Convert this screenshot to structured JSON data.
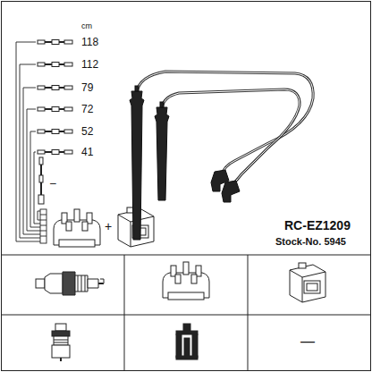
{
  "diagram": {
    "labels": [
      "cm",
      "118",
      "112",
      "79",
      "72",
      "52",
      "41",
      "–",
      "+",
      "RC-EZ1209",
      "Stock-No. 5945",
      "—"
    ]
  }
}
